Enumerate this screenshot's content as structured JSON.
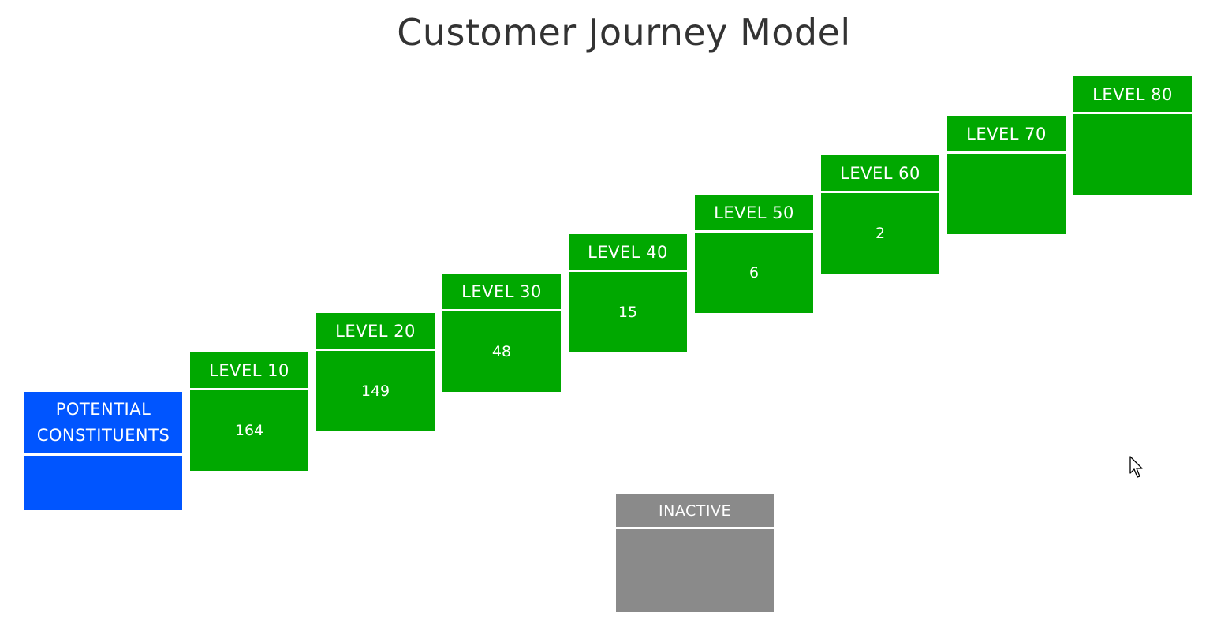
{
  "title": "Customer Journey Model",
  "colors": {
    "potential": "#0055ff",
    "level": "#00a800",
    "inactive": "#8a8a8a"
  },
  "potential": {
    "line1": "POTENTIAL",
    "line2": "CONSTITUENTS",
    "value": ""
  },
  "levels": [
    {
      "label": "LEVEL 10",
      "value": "164"
    },
    {
      "label": "LEVEL 20",
      "value": "149"
    },
    {
      "label": "LEVEL 30",
      "value": "48"
    },
    {
      "label": "LEVEL 40",
      "value": "15"
    },
    {
      "label": "LEVEL 50",
      "value": "6"
    },
    {
      "label": "LEVEL 60",
      "value": "2"
    },
    {
      "label": "LEVEL 70",
      "value": ""
    },
    {
      "label": "LEVEL 80",
      "value": ""
    }
  ],
  "inactive": {
    "label": "INACTIVE",
    "value": ""
  },
  "icons": {
    "cursor": "mouse-pointer-icon"
  }
}
